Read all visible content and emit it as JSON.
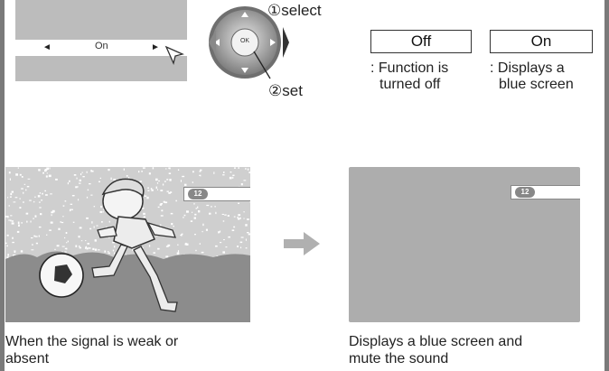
{
  "osd_menu": {
    "value": "On",
    "left_arrow": "◄",
    "right_arrow": "►"
  },
  "dial": {
    "center_label": "OK",
    "step1_label": "①select",
    "step2_label": "②set"
  },
  "options": [
    {
      "label": "Off",
      "description_line1": ": Function is",
      "description_line2": "turned off"
    },
    {
      "label": "On",
      "description_line1": ": Displays a",
      "description_line2": "blue screen"
    }
  ],
  "channel_number": "12",
  "captions": {
    "left_line1": "When the signal is weak or",
    "left_line2": "absent",
    "right_line1": "Displays a blue screen and",
    "right_line2": "mute the sound"
  },
  "colors": {
    "panel_gray": "#bcbcbc",
    "blue_screen_panel": "#adadad",
    "side_bars": "#7a7a7a"
  }
}
